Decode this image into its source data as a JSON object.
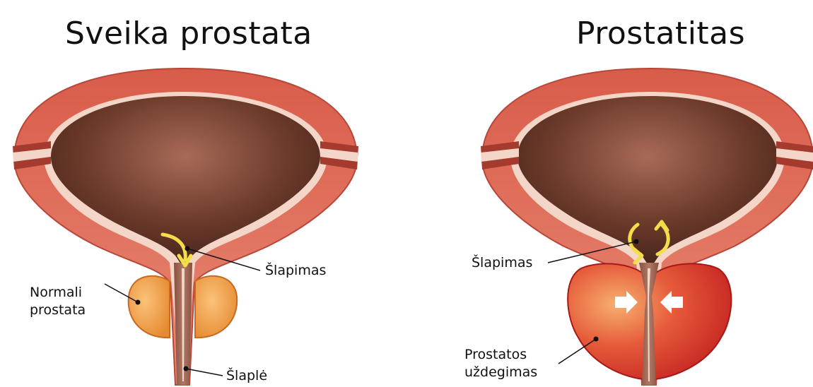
{
  "left_panel": {
    "title": "Sveika prostata",
    "labels": {
      "urination": "Šlapimas",
      "prostate_line1": "Normali",
      "prostate_line2": "prostata",
      "urethra": "Šlaplė"
    }
  },
  "right_panel": {
    "title": "Prostatitas",
    "labels": {
      "urination": "Šlapimas",
      "inflammation_line1": "Prostatos",
      "inflammation_line2": "uždegimas"
    }
  },
  "colors": {
    "bladder_wall": "#e0705c",
    "bladder_interior": "#6b3a2a",
    "prostate_normal": "#f4a04c",
    "prostate_inflamed": "#e0302a",
    "flow_arrow": "#f3dd4a",
    "pressure_arrow": "#ffffff"
  }
}
